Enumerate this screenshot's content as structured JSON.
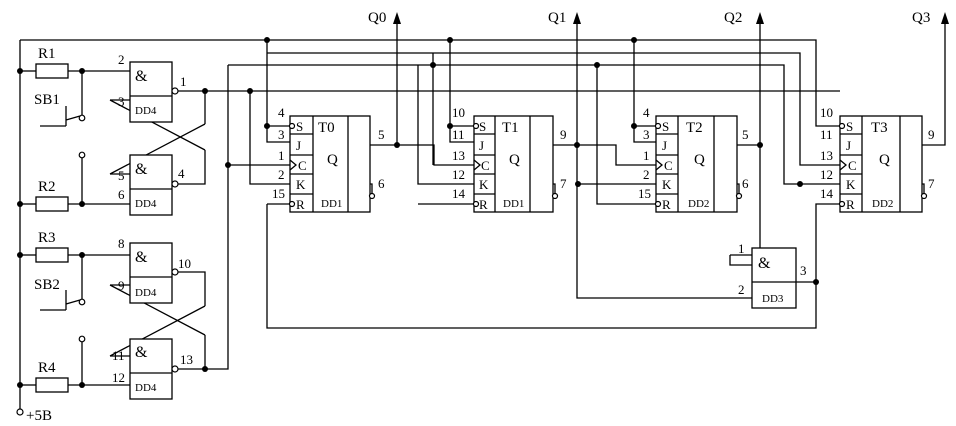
{
  "resistors": {
    "r1": "R1",
    "r2": "R2",
    "r3": "R3",
    "r4": "R4"
  },
  "switches": {
    "sb1": "SB1",
    "sb2": "SB2"
  },
  "supply": "+5B",
  "outputs": {
    "q0": "Q0",
    "q1": "Q1",
    "q2": "Q2",
    "q3": "Q3"
  },
  "and_symbol": "&",
  "ics": {
    "dd1": "DD1",
    "dd2": "DD2",
    "dd3": "DD3",
    "dd4": "DD4"
  },
  "flipflops": {
    "t0": {
      "name": "T0",
      "S": "S",
      "J": "J",
      "C": "C",
      "K": "K",
      "R": "R",
      "Q": "Q",
      "pins": {
        "S": "4",
        "J": "3",
        "C": "1",
        "K": "2",
        "R": "15",
        "Q": "5",
        "Qn": "6"
      }
    },
    "t1": {
      "name": "T1",
      "S": "S",
      "J": "J",
      "C": "C",
      "K": "K",
      "R": "R",
      "Q": "Q",
      "pins": {
        "S": "10",
        "J": "11",
        "C": "13",
        "K": "12",
        "R": "14",
        "Q": "9",
        "Qn": "7"
      }
    },
    "t2": {
      "name": "T2",
      "S": "S",
      "J": "J",
      "C": "C",
      "K": "K",
      "R": "R",
      "Q": "Q",
      "pins": {
        "S": "4",
        "J": "3",
        "C": "1",
        "K": "2",
        "R": "15",
        "Q": "5",
        "Qn": "6"
      }
    },
    "t3": {
      "name": "T3",
      "S": "S",
      "J": "J",
      "C": "C",
      "K": "K",
      "R": "R",
      "Q": "Q",
      "pins": {
        "S": "10",
        "J": "11",
        "C": "13",
        "K": "12",
        "R": "14",
        "Q": "9",
        "Qn": "7"
      }
    }
  },
  "gates": {
    "g1": {
      "in_a": "2",
      "in_b": "3",
      "out": "1"
    },
    "g2": {
      "in_a": "5",
      "in_b": "6",
      "out": "4"
    },
    "g3": {
      "in_a": "8",
      "in_b": "9",
      "out": "10"
    },
    "g4": {
      "in_a": "11",
      "in_b": "12",
      "out": "13"
    },
    "dd3": {
      "in_a": "1",
      "in_b": "2",
      "out": "3"
    }
  }
}
